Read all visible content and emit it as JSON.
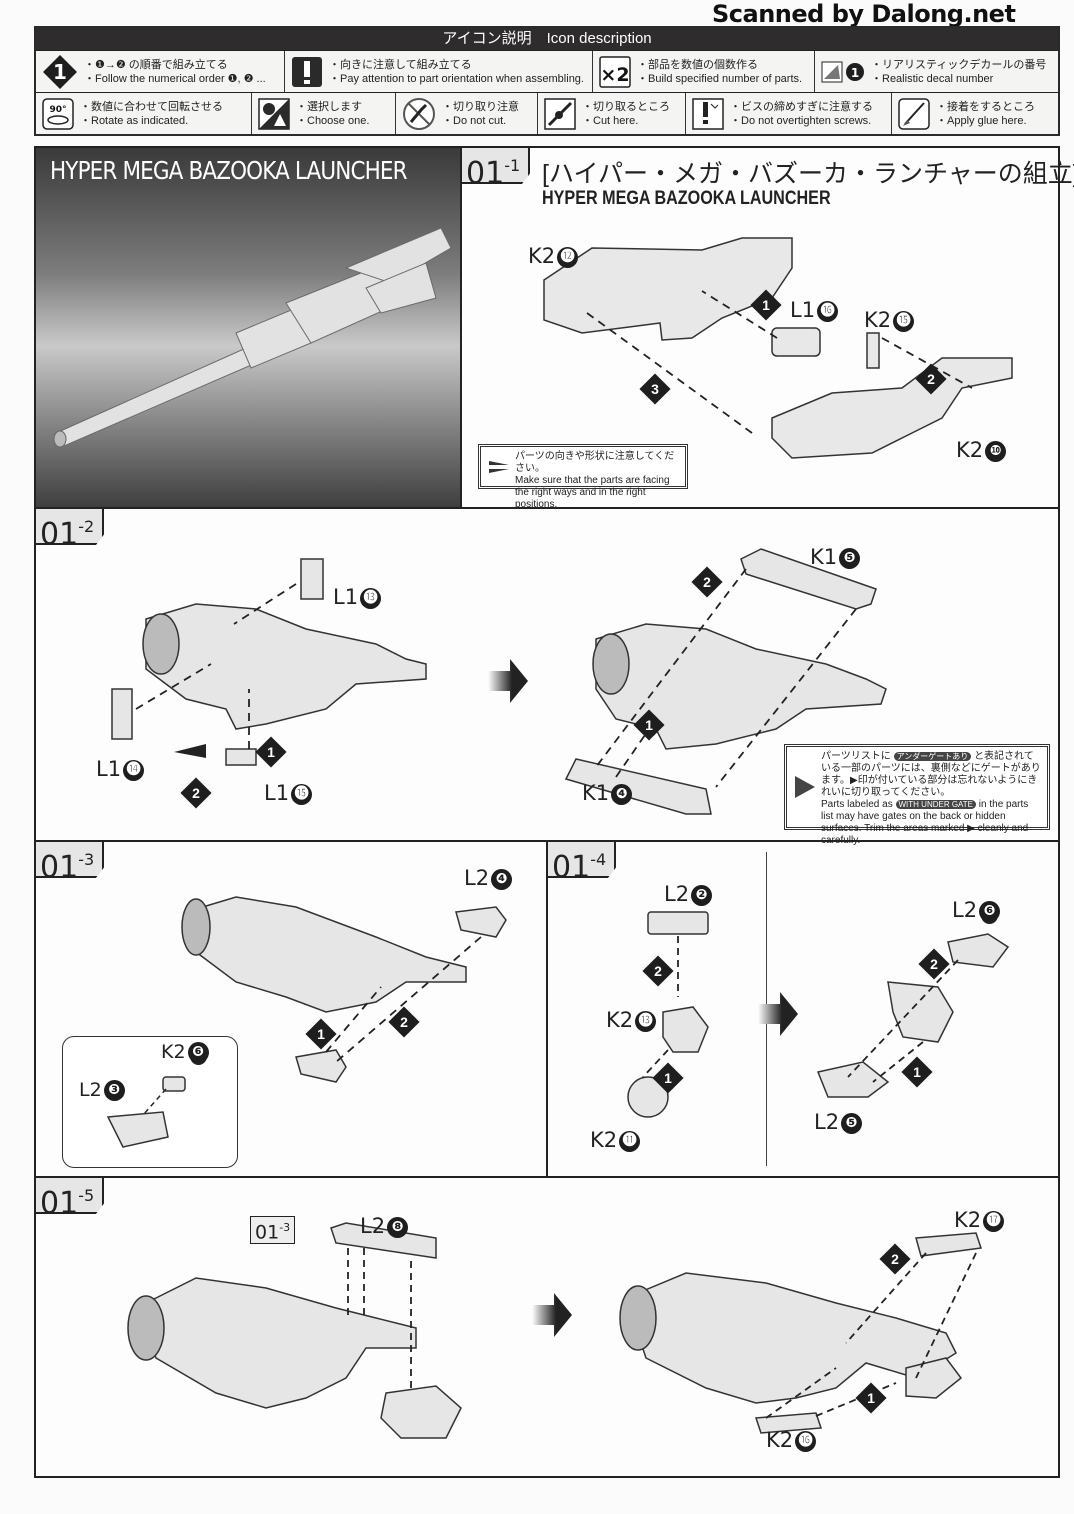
{
  "watermark": "Scanned by Dalong.net",
  "icon_description": {
    "title": "アイコン説明　Icon description",
    "items": [
      {
        "icon": "numbered-diamond-icon",
        "jp": "・❶→❷ の順番で組み立てる",
        "en": "・Follow the numerical order ❶, ❷ ..."
      },
      {
        "icon": "exclamation-icon",
        "jp": "・向きに注意して組み立てる",
        "en": "・Pay attention to part orientation when assembling."
      },
      {
        "icon": "multiply-two-icon",
        "jp": "・部品を数値の個数作る",
        "en": "・Build specified number of parts.",
        "glyph": "×2"
      },
      {
        "icon": "decal-icon",
        "jp": "・リアリスティックデカールの番号",
        "en": "・Realistic decal number"
      },
      {
        "icon": "rotate-90-icon",
        "jp": "・数値に合わせて回転させる",
        "en": "・Rotate as indicated.",
        "glyph": "90°"
      },
      {
        "icon": "choose-one-icon",
        "jp": "・選択します",
        "en": "・Choose one."
      },
      {
        "icon": "do-not-cut-icon",
        "jp": "・切り取り注意",
        "en": "・Do not cut."
      },
      {
        "icon": "cut-here-icon",
        "jp": "・切り取るところ",
        "en": "・Cut here."
      },
      {
        "icon": "screw-warning-icon",
        "jp": "・ビスの締めすぎに注意する",
        "en": "・Do not overtighten screws."
      },
      {
        "icon": "glue-icon",
        "jp": "・接着をするところ",
        "en": "・Apply glue here."
      }
    ]
  },
  "hero": {
    "title": "HYPER MEGA BAZOOKA LAUNCHER"
  },
  "steps": {
    "s1": {
      "num": "01",
      "sub": "-1",
      "title_jp": "[ハイパー・メガ・バズーカ・ランチャーの組立]",
      "title_en": "HYPER MEGA BAZOOKA LAUNCHER",
      "parts": [
        {
          "runner": "K2",
          "num": "⓬"
        },
        {
          "runner": "L1",
          "num": "⓰"
        },
        {
          "runner": "K2",
          "num": "⓯"
        },
        {
          "runner": "K2",
          "num": "❿"
        }
      ],
      "order": [
        "1",
        "2",
        "3"
      ],
      "note_jp": "パーツの向きや形状に注意してください。",
      "note_en": "Make sure that the parts are facing the right ways and in the right positions."
    },
    "s2": {
      "num": "01",
      "sub": "-2",
      "parts": [
        {
          "runner": "L1",
          "num": "⓭"
        },
        {
          "runner": "L1",
          "num": "⓮"
        },
        {
          "runner": "L1",
          "num": "⓯"
        },
        {
          "runner": "K1",
          "num": "❺"
        },
        {
          "runner": "K1",
          "num": "❹"
        }
      ],
      "order": [
        "1",
        "2",
        "1",
        "2"
      ],
      "note_jp1": "パーツリストに",
      "note_badge_jp": "アンダーゲートあり",
      "note_jp2": "と表記されている一部のパーツには、裏側などにゲートがあります。▶印が付いている部分は忘れないようにきれいに切り取ってください。",
      "note_en1": "Parts labeled as",
      "note_badge_en": "WITH UNDER GATE",
      "note_en2": "in the parts list may have gates on the back or hidden surfaces. Trim the areas marked ▶ cleanly and carefully."
    },
    "s3": {
      "num": "01",
      "sub": "-3",
      "parts": [
        {
          "runner": "L2",
          "num": "❹"
        },
        {
          "runner": "K2",
          "num": "❻"
        },
        {
          "runner": "L2",
          "num": "❸"
        }
      ],
      "order": [
        "1",
        "2"
      ]
    },
    "s4": {
      "num": "01",
      "sub": "-4",
      "parts": [
        {
          "runner": "L2",
          "num": "❷"
        },
        {
          "runner": "K2",
          "num": "⓭"
        },
        {
          "runner": "K2",
          "num": "⓫"
        },
        {
          "runner": "L2",
          "num": "❻"
        },
        {
          "runner": "L2",
          "num": "❺"
        }
      ],
      "order": [
        "2",
        "1",
        "2",
        "1"
      ]
    },
    "s5": {
      "num": "01",
      "sub": "-5",
      "ref_tab": {
        "num": "01",
        "sub": "-3"
      },
      "parts": [
        {
          "runner": "L2",
          "num": "❽"
        },
        {
          "runner": "K2",
          "num": "⓱"
        },
        {
          "runner": "K2",
          "num": "⓰"
        }
      ],
      "order": [
        "2",
        "1"
      ]
    }
  }
}
